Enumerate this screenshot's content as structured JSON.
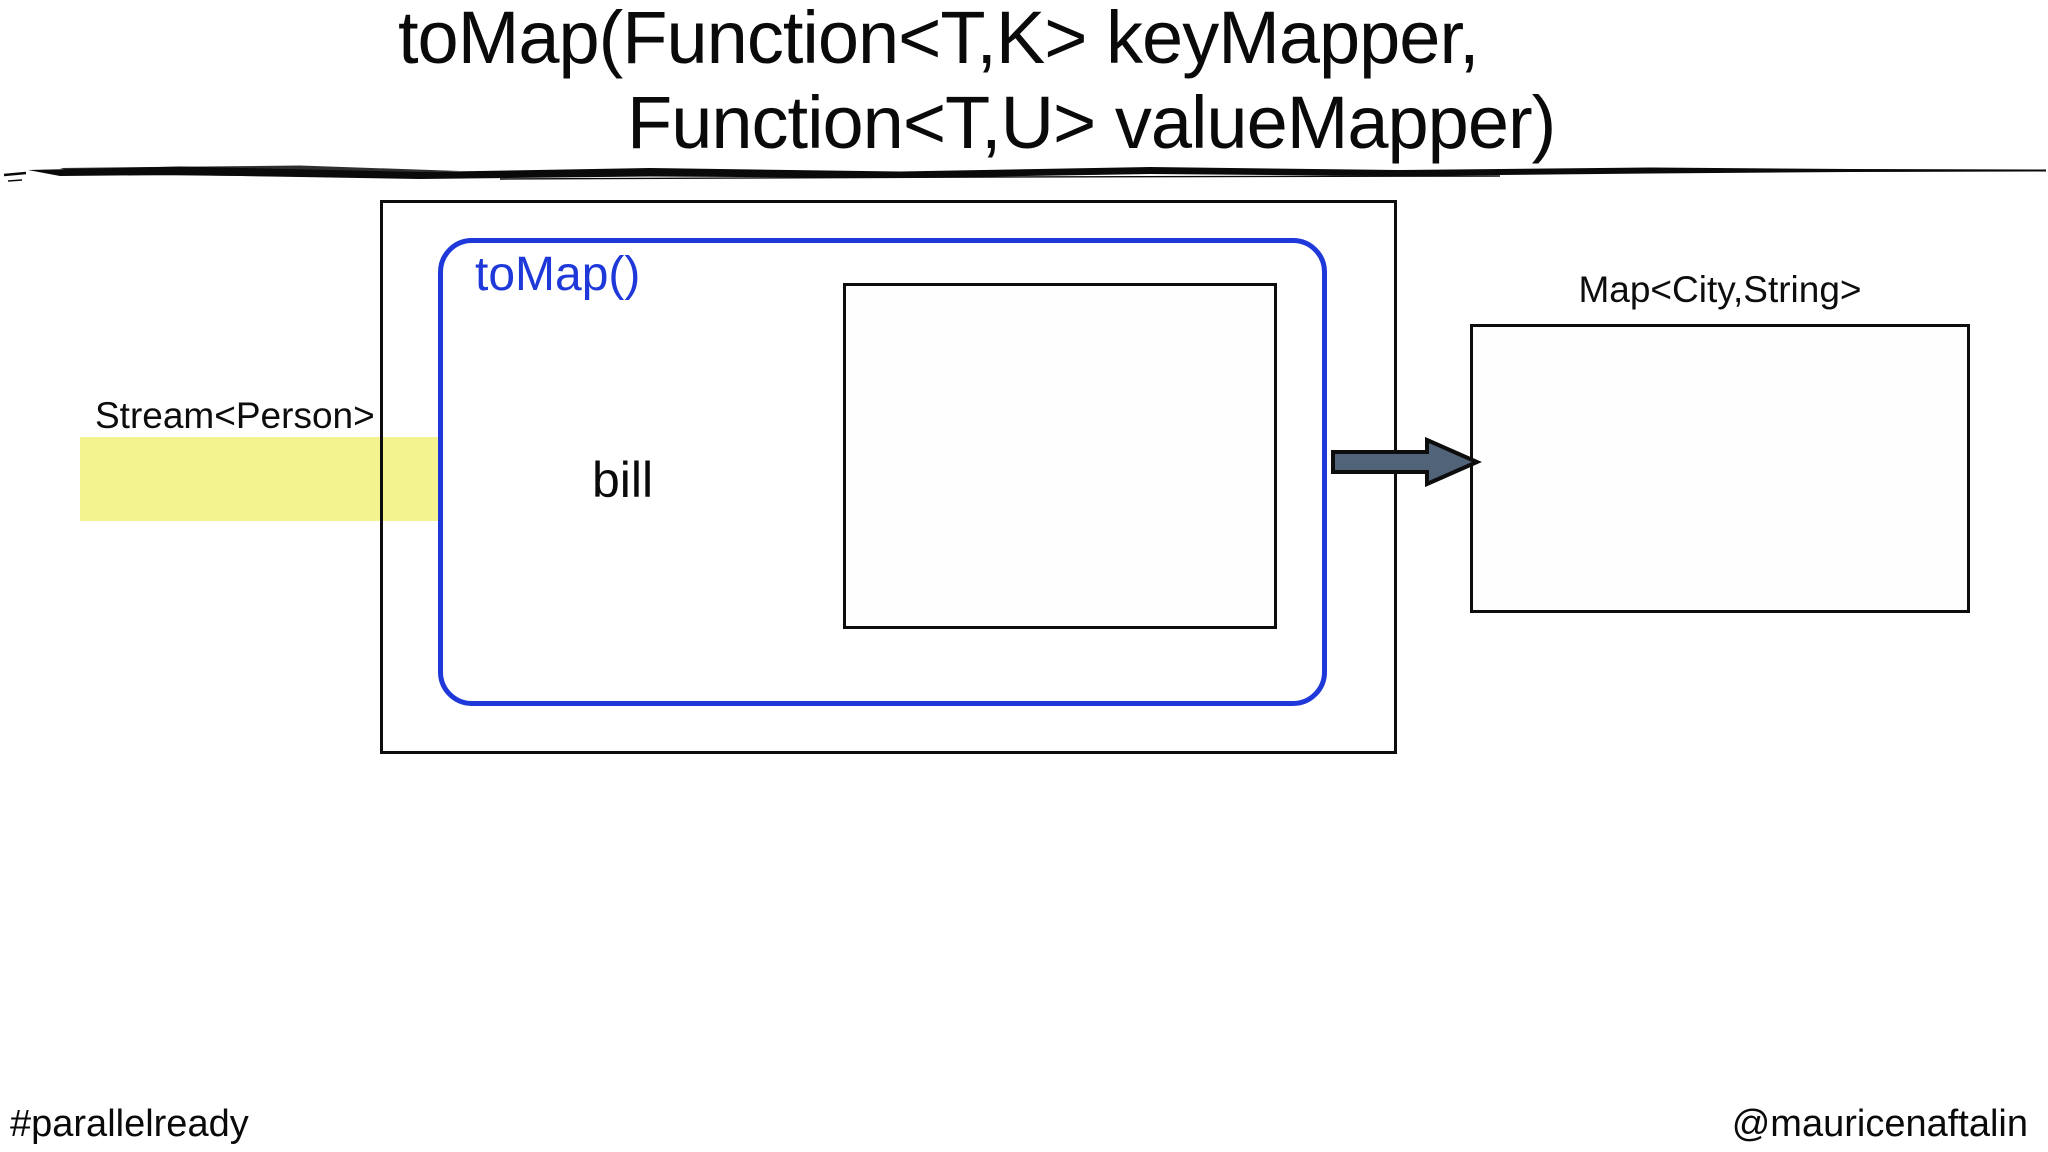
{
  "title": {
    "line1": "toMap(Function<T,K> keyMapper,",
    "line2": "Function<T,U> valueMapper)"
  },
  "diagram": {
    "input_label": "Stream<Person>",
    "collector_label": "toMap()",
    "element_label": "bill",
    "output_label": "Map<City,String>"
  },
  "footer": {
    "hashtag": "#parallelready",
    "handle": "@mauricenaftalin"
  },
  "colors": {
    "accent_blue": "#1e38d9",
    "highlight_yellow": "#f3f48f",
    "arrow_fill": "#506379"
  }
}
